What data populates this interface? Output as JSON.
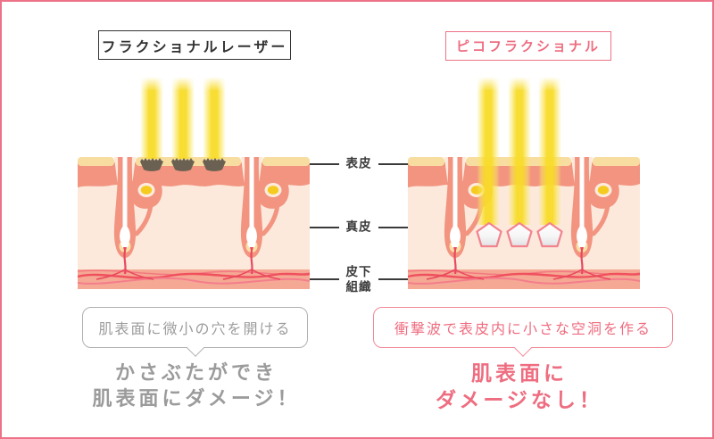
{
  "left_panel": {
    "title": "フラクショナルレーザー",
    "bubble_text": "肌表面に微小の穴を開ける",
    "result_line1": "かさぶたができ",
    "result_line2": "肌表面にダメージ！"
  },
  "right_panel": {
    "title": "ピコフラクショナル",
    "bubble_text": "衝撃波で表皮内に小さな空洞を作る",
    "result_line1": "肌表面に",
    "result_line2": "ダメージなし！"
  },
  "layer_labels": {
    "epidermis": "表皮",
    "dermis": "真皮",
    "subcutaneous": "皮下組織"
  },
  "colors": {
    "frame_border": "#ED7287",
    "accent_pink_text": "#EE6D80",
    "accent_pink_border": "#EE7386",
    "muted_gray_text": "#9C9C9C",
    "title_dark": "#333333",
    "laser_yellow": "#F8DB28",
    "skin_surface_cream": "#F8DDA0",
    "epidermis_salmon": "#F29480",
    "dermis_light": "#FCE9DC",
    "subcutaneous_band": "#F5A894",
    "vessel_red": "#E9485D",
    "gland_yellow": "#F6CB1F",
    "crust_dark": "#6B6153",
    "cavity_border": "#F2838E"
  }
}
